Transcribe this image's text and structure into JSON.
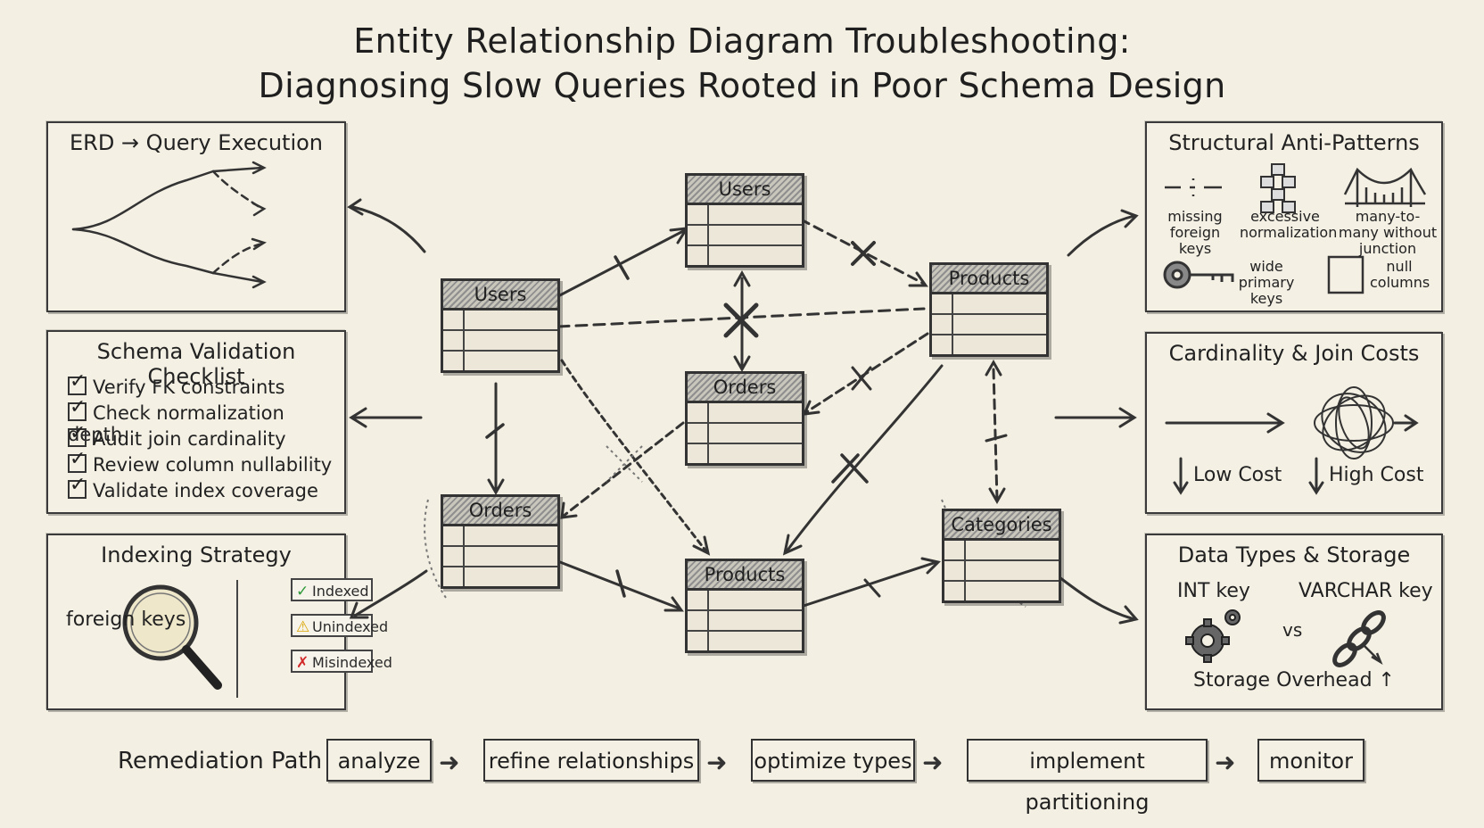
{
  "title_line1": "Entity Relationship Diagram Troubleshooting:",
  "title_line2": "Diagnosing Slow Queries Rooted in Poor Schema Design",
  "panels": {
    "erd_query": {
      "title": "ERD → Query Execution"
    },
    "schema_checklist": {
      "title": "Schema Validation Checklist",
      "items": [
        "Verify FK constraints",
        "Check normalization depth",
        "Audit join cardinality",
        "Review column nullability",
        "Validate index coverage"
      ]
    },
    "indexing": {
      "title": "Indexing Strategy",
      "magnifier_label": "foreign keys",
      "flags": [
        {
          "label": "Indexed",
          "mark": "✓",
          "color": "#2e9a3a"
        },
        {
          "label": "Unindexed",
          "mark": "⚠",
          "color": "#d9a400"
        },
        {
          "label": "Misindexed",
          "mark": "✗",
          "color": "#d22a2a"
        }
      ]
    },
    "anti_patterns": {
      "title": "Structural Anti-Patterns",
      "items": [
        "missing foreign keys",
        "excessive normalization",
        "many-to-many without junction",
        "wide primary keys",
        "null columns"
      ]
    },
    "cardinality": {
      "title": "Cardinality & Join Costs",
      "low_label": "Low Cost",
      "high_label": "High Cost"
    },
    "data_types": {
      "title": "Data Types & Storage",
      "left_label": "INT key",
      "right_label": "VARCHAR key",
      "vs_label": "vs",
      "footer": "Storage Overhead ↑"
    }
  },
  "erd_tables": {
    "users_top": "Users",
    "users_left": "Users",
    "orders_center": "Orders",
    "orders_left": "Orders",
    "products_right": "Products",
    "products_bottom": "Products",
    "categories": "Categories"
  },
  "remediation": {
    "label": "Remediation Path",
    "steps": [
      "analyze",
      "refine relationships",
      "optimize types",
      "implement partitioning",
      "monitor"
    ]
  },
  "colors": {
    "background": "#f3efe2",
    "ink": "#2a2a2a",
    "ok": "#2e9a3a",
    "warn": "#d9a400",
    "bad": "#d22a2a"
  },
  "icons": [
    "arrow-right-icon",
    "magnifier-icon",
    "key-icon",
    "gear-icon",
    "chain-icon",
    "tangle-icon",
    "bridge-icon",
    "blocks-icon"
  ]
}
